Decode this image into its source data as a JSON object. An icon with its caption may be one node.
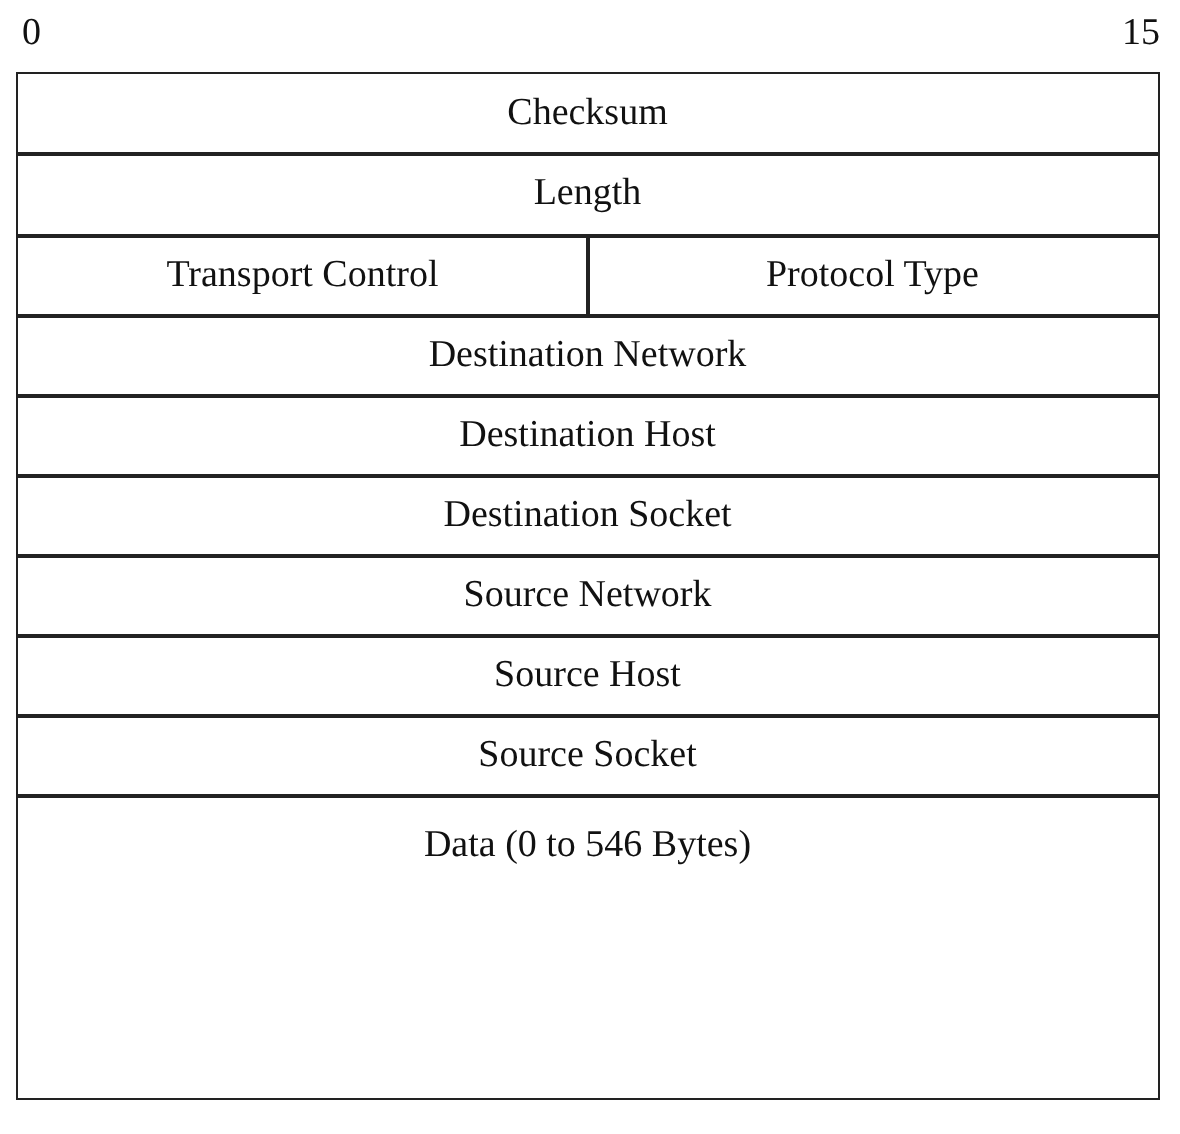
{
  "diagram": {
    "nodes": [
      {
        "text": [
          "Checksum"
        ]
      },
      {
        "text": [
          "Length"
        ]
      },
      {
        "text": [
          "Transport Control"
        ]
      },
      {
        "text": [
          "Protocol Type"
        ]
      },
      {
        "text": [
          "Destination Network"
        ]
      },
      {
        "text": [
          "Destination Host"
        ]
      },
      {
        "text": [
          "Destination Socket"
        ]
      },
      {
        "text": [
          "Source Network"
        ]
      },
      {
        "text": [
          "Source Host"
        ]
      },
      {
        "text": [
          "Source Socket"
        ]
      },
      {
        "text": [
          "Data (0 to 546 Bytes)"
        ]
      }
    ],
    "labels": [
      "0",
      "15"
    ]
  }
}
